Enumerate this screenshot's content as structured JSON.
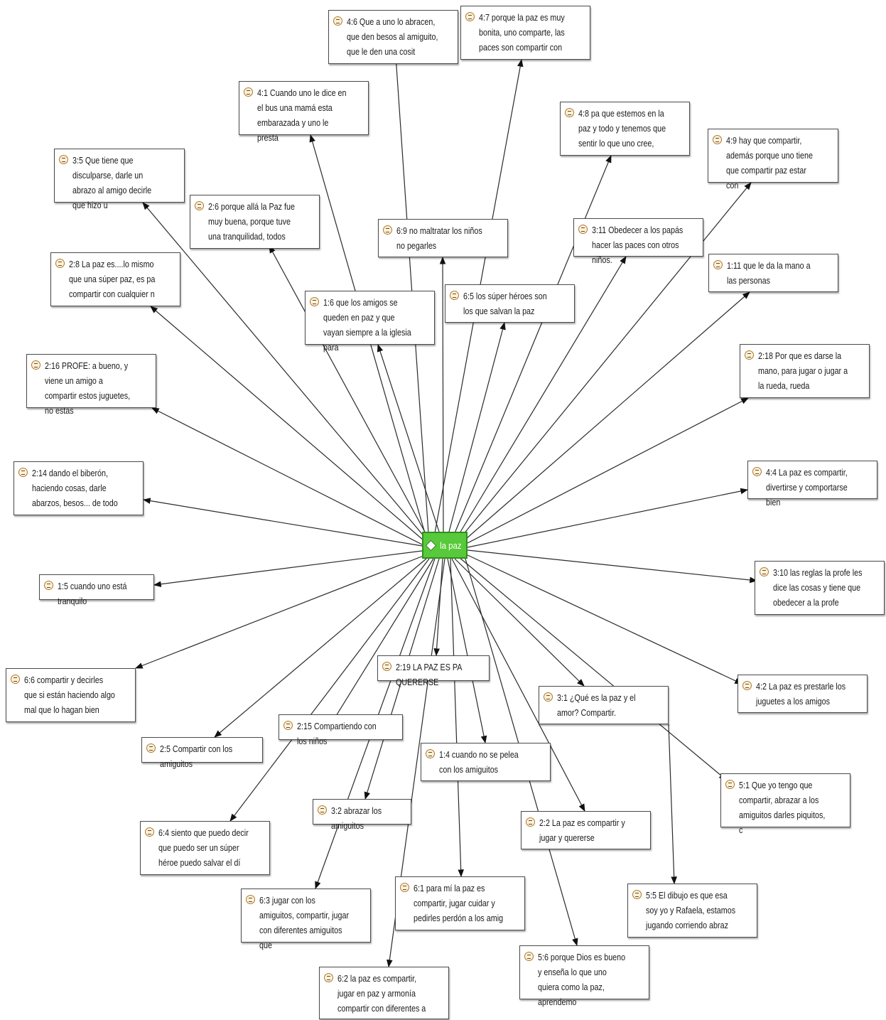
{
  "center": {
    "label": "la paz"
  },
  "quotes": {
    "q_4_6": "4:6 Que  a uno lo abracen, que den besos al amiguito, que le den una cosit",
    "q_4_7": "4:7 porque la paz es muy bonita, uno comparte, las paces son compartir con",
    "q_4_1": "4:1 Cuando uno le dice en el bus una mamá esta embarazada y uno le presta",
    "q_4_8": "4:8 pa que estemos en la paz y todo y tenemos que sentir lo que uno cree,",
    "q_4_9": "4:9 hay que compartir, además porque uno tiene que compartir paz estar con",
    "q_3_5": "3:5 Que tiene que disculparse, darle un abrazo al amigo decirle que hizo u",
    "q_2_6": "2:6 porque allá la Paz fue muy buena, porque tuve una tranquilidad,  todos",
    "q_6_9": "6:9 no maltratar los niños no pegarles",
    "q_3_11": "3:11 Obedecer a los papás hacer las paces con otros niños.",
    "q_2_8": "2:8 La paz es....lo mismo que una súper paz, es pa compartir con cualquier n",
    "q_1_11": "1:11 que le da la mano a las personas",
    "q_1_6": "1:6 que los amigos se queden en paz y que vayan siempre  a la iglesia para",
    "q_6_5": "6:5 los súper héroes son los que salvan la paz",
    "q_2_16": "2:16 PROFE: a bueno, y viene un amigo a compartir estos juguetes, no estas",
    "q_2_18": "2:18 Por que es darse la mano, para jugar o jugar a la rueda, rueda",
    "q_2_14": "2:14 dando el biberón, haciendo cosas, darle abarzos, besos... de todo",
    "q_4_4": "4:4 La paz es compartir, divertirse y comportarse bien",
    "q_1_5": "1:5 cuando uno está tranquilo",
    "q_3_10": "3:10 las reglas la profe les dice las cosas y tiene que obedecer a la profe",
    "q_6_6": "6:6 compartir y decirles que si están haciendo algo mal que lo hagan bien",
    "q_2_19": "2:19 LA PAZ ES PA QUERERSE",
    "q_3_1": "3:1 ¿Qué es la paz y el amor? Compartir.",
    "q_4_2": "4:2 La paz es prestarle los juguetes a los amigos",
    "q_2_15": "2:15 Compartiendo con los niños",
    "q_2_5": "2:5 Compartir con los amiguitos",
    "q_1_4": "1:4 cuando no se pelea con los amiguitos",
    "q_5_1": "5:1 Que yo tengo que compartir, abrazar a los amiguitos darles piquitos, c",
    "q_3_2": "3:2 abrazar los amiguitos",
    "q_2_2": "2:2 La paz es compartir y jugar y quererse",
    "q_6_4": "6:4 siento que puedo decir que puedo ser un súper héroe puedo salvar el dí",
    "q_5_5": "5:5 El dibujo es que esa soy yo y Rafaela, estamos jugando corriendo abraz",
    "q_6_3": "6:3 jugar con los amiguitos, compartir, jugar con diferentes amiguitos que",
    "q_6_1": "6:1 para mí la paz es compartir, jugar cuidar y pedirles perdón a los amig",
    "q_5_6": "5:6 porque Dios es bueno y enseña lo que uno quiera como la paz, aprendemo",
    "q_6_2": "6:2 la paz es compartir, jugar en paz y armonía compartir con diferentes a"
  }
}
